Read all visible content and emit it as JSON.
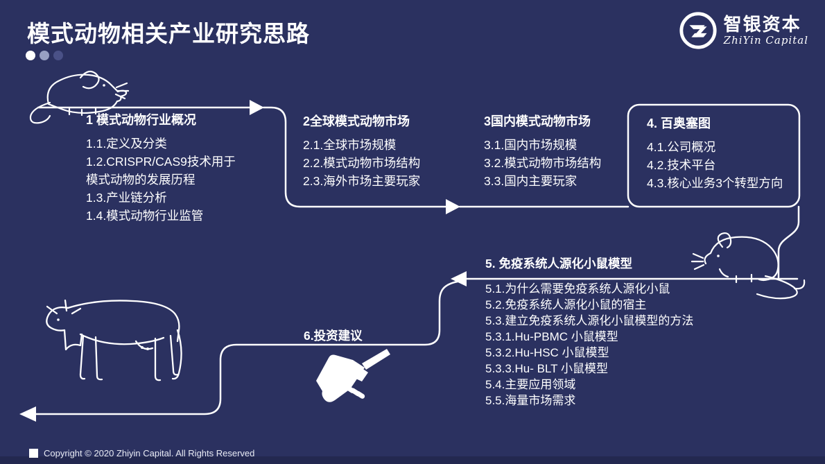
{
  "slide": {
    "title": "模式动物相关产业研究思路",
    "colors": {
      "background": "#2b3160",
      "footer_band": "#232850",
      "line_and_text": "#ffffff",
      "pagination_dots": [
        "#ffffff",
        "#98a0c3",
        "#4a5187"
      ]
    }
  },
  "logo": {
    "name_zh": "智银资本",
    "name_en": "ZhiYin Capital"
  },
  "sections": [
    {
      "title": "1 模式动物行业概况",
      "items": [
        "1.1.定义及分类",
        "1.2.CRISPR/CAS9技术用于模式动物的发展历程",
        "1.3.产业链分析",
        "1.4.模式动物行业监管"
      ]
    },
    {
      "title": "2全球模式动物市场",
      "items": [
        "2.1.全球市场规模",
        "2.2.模式动物市场结构",
        "2.3.海外市场主要玩家"
      ]
    },
    {
      "title": "3国内模式动物市场",
      "items": [
        "3.1.国内市场规模",
        "3.2.模式动物市场结构",
        "3.3.国内主要玩家"
      ]
    },
    {
      "title": "4. 百奥塞图",
      "items": [
        "4.1.公司概况",
        "4.2.技术平台",
        "4.3.核心业务3个转型方向"
      ]
    },
    {
      "title": "5. 免疫系统人源化小鼠模型",
      "items": [
        "5.1.为什么需要免疫系统人源化小鼠",
        "5.2.免疫系统人源化小鼠的宿主",
        "5.3.建立免疫系统人源化小鼠模型的方法",
        "5.3.1.Hu-PBMC 小鼠模型",
        "5.3.2.Hu-HSC 小鼠模型",
        "5.3.3.Hu- BLT 小鼠模型",
        "5.4.主要应用领域",
        "5.5.海量市场需求"
      ]
    },
    {
      "title": "6.投资建议",
      "items": []
    }
  ],
  "icons": {
    "mouse_top_left": "mouse-illustration",
    "mouse_right": "mouse-illustration",
    "cow_bottom_left": "cow-illustration",
    "handshake": "handshake-icon",
    "logo_mark": "zhiyin-logo-mark"
  },
  "footer": {
    "copyright": "Copyright © 2020  Zhiyin Capital. All Rights Reserved"
  }
}
